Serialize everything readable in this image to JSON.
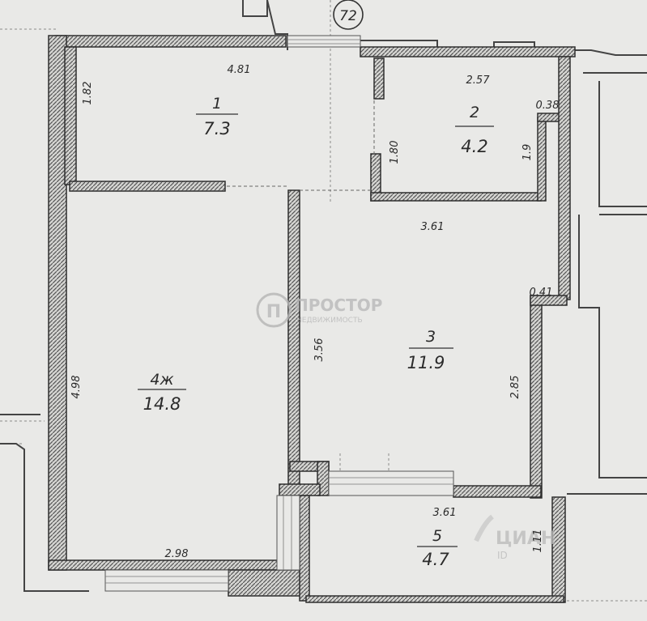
{
  "plan": {
    "apartment_number": "72",
    "rooms": [
      {
        "id": "room-1",
        "number": "1",
        "area": "7.3"
      },
      {
        "id": "room-2",
        "number": "2",
        "area": "4.2"
      },
      {
        "id": "room-3",
        "number": "3",
        "area": "11.9"
      },
      {
        "id": "room-4",
        "number": "4ж",
        "area": "14.8"
      },
      {
        "id": "room-5",
        "number": "5",
        "area": "4.7"
      }
    ],
    "dimensions": {
      "room1_width": "4.81",
      "room1_height": "1.82",
      "room2_width": "2.57",
      "room2_small": "0.38",
      "room2_height": "1.9",
      "opening_height": "1.80",
      "room3_width": "3.61",
      "room3_small": "0.41",
      "room3_left": "3.56",
      "room3_right": "2.85",
      "room4_height": "4.98",
      "room4_width": "2.98",
      "room5_width": "3.61",
      "room5_height": "1.11"
    }
  },
  "watermarks": {
    "brand_main": "ПРОСТОР",
    "brand_sub": "НЕДВИЖИМОСТЬ",
    "brand_logo_letter": "П",
    "cian": "ЦИАН",
    "cian_id": "ID"
  },
  "colors": {
    "wall": "#3a3a3a",
    "paper": "#e9e9e7",
    "grid": "#8a8a8a"
  }
}
